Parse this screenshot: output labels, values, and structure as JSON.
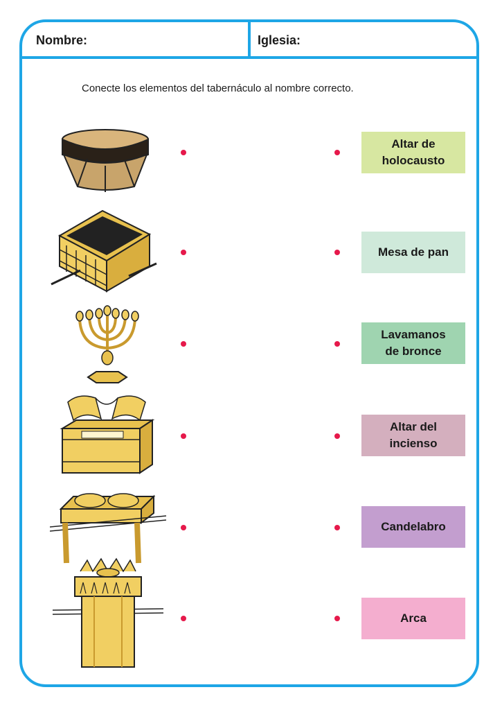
{
  "header": {
    "name_label": "Nombre:",
    "church_label": "Iglesia:"
  },
  "instruction": "Conecte los elementos del tabernáculo al nombre correcto.",
  "images": [
    {
      "icon": "laver-bowl-icon"
    },
    {
      "icon": "bronze-altar-icon"
    },
    {
      "icon": "lampstand-icon"
    },
    {
      "icon": "ark-icon"
    },
    {
      "icon": "bread-table-icon"
    },
    {
      "icon": "incense-altar-icon"
    }
  ],
  "labels": [
    {
      "text": "Altar de\nholocausto",
      "color": "#d7e7a1"
    },
    {
      "text": "Mesa de pan",
      "color": "#cfe9da"
    },
    {
      "text": "Lavamanos\nde bronce",
      "color": "#9fd4b0"
    },
    {
      "text": "Altar del\nincienso",
      "color": "#d4afbe"
    },
    {
      "text": "Candelabro",
      "color": "#c39ecf"
    },
    {
      "text": "Arca",
      "color": "#f4aecf"
    }
  ],
  "colors": {
    "frame": "#1ea6e6",
    "dot": "#e6194b",
    "gold": "#e8c14e"
  }
}
